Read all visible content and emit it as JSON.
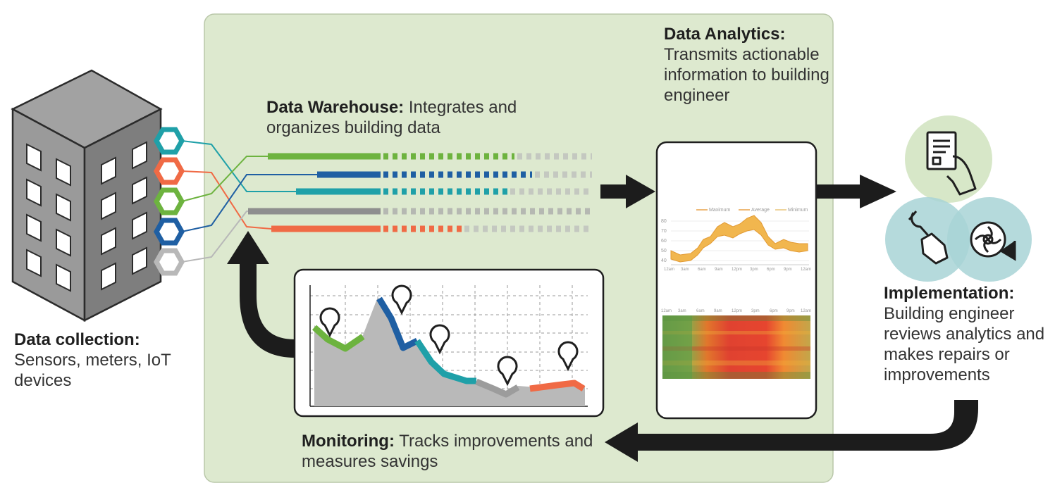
{
  "labels": {
    "collection": {
      "title": "Data collection:",
      "text": "Sensors, meters, IoT devices"
    },
    "warehouse": {
      "title": "Data Warehouse:",
      "text": "Integrates and organizes building data"
    },
    "analytics": {
      "title": "Data Analytics:",
      "text": "Transmits actionable information to building engineer"
    },
    "implementation": {
      "title": "Implementation:",
      "text": "Building engineer reviews analytics and makes repairs or improvements"
    },
    "monitoring": {
      "title": "Monitoring:",
      "text": "Tracks improvements and measures savings"
    }
  },
  "mini_chart": {
    "legend": [
      "Maximum",
      "Average",
      "Minimum"
    ],
    "y_ticks": [
      "80",
      "70",
      "60",
      "50",
      "40"
    ],
    "x_ticks": [
      "12am",
      "3am",
      "6am",
      "9am",
      "12pm",
      "3pm",
      "6pm",
      "9pm",
      "12am"
    ]
  },
  "colors": {
    "panel": "#dde9cf",
    "green": "#6db33f",
    "blue": "#1f5fa3",
    "teal": "#1fa0a8",
    "gray": "#9c9c9c",
    "orange": "#f06a45",
    "arrow": "#1c1c1c"
  }
}
